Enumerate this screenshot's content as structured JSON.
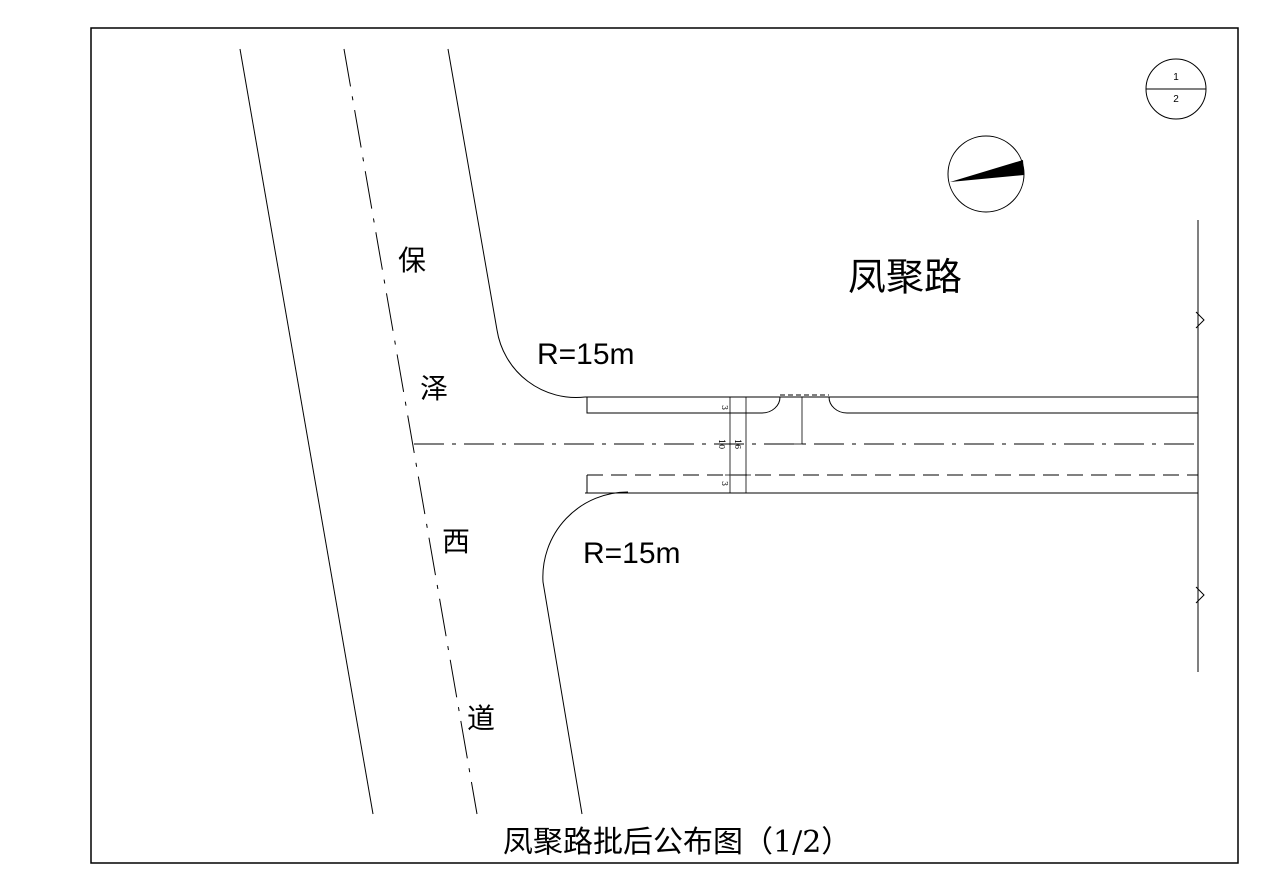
{
  "sheet": {
    "number_top": "1",
    "number_bottom": "2",
    "caption": "凤聚路批后公布图（1/2）"
  },
  "roads": {
    "main_road_chars": [
      "保",
      "泽",
      "西",
      "道"
    ],
    "branch_road_name": "凤聚路"
  },
  "curves": {
    "upper_radius": "R=15m",
    "lower_radius": "R=15m"
  },
  "dimensions": {
    "top_lane": "3",
    "center_width": "10",
    "total_width": "16",
    "bottom_lane": "3"
  },
  "colors": {
    "line": "#000000",
    "background": "#ffffff"
  }
}
